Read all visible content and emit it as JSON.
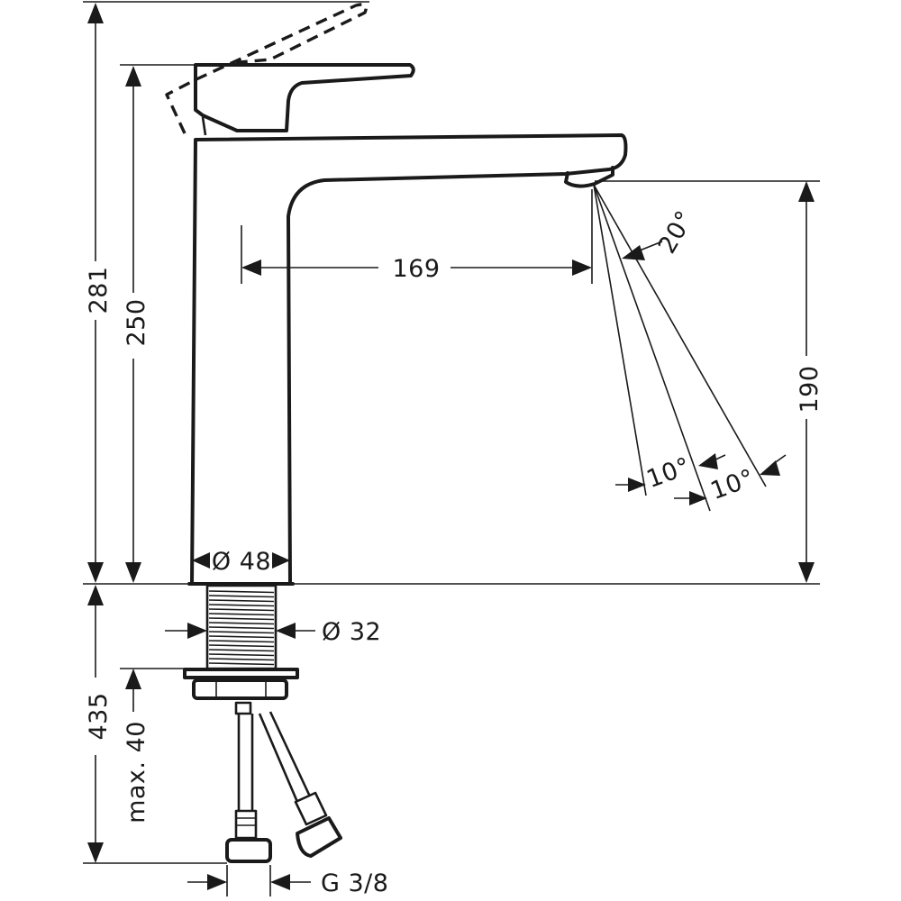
{
  "dimensions": {
    "total_height": "281",
    "lever_height": "250",
    "spout_reach": "169",
    "spout_clearance": "190",
    "body_diameter": "Ø 48",
    "shank_diameter": "Ø 32",
    "below_deck": "435",
    "max_thickness": "max. 40",
    "connection": "G 3/8",
    "spray_angle": "20°",
    "angle_left": "10°",
    "angle_right": "10°"
  }
}
